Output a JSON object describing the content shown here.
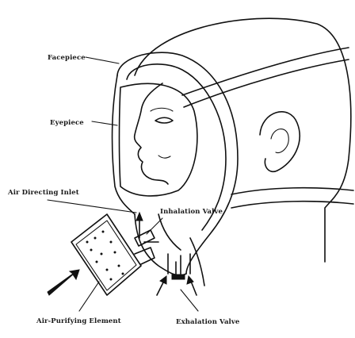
{
  "labels": {
    "facepiece": "Facepiece",
    "eyepiece": "Eyepiece",
    "air_directing_inlet": "Air Directing Inlet",
    "inhalation_valve": "Inhalation Valve",
    "air_purifying_element": "Air-Purifying Element",
    "exhalation_valve": "Exhalation Valve"
  },
  "colors": {
    "ink": "#111111",
    "background": "#ffffff"
  }
}
